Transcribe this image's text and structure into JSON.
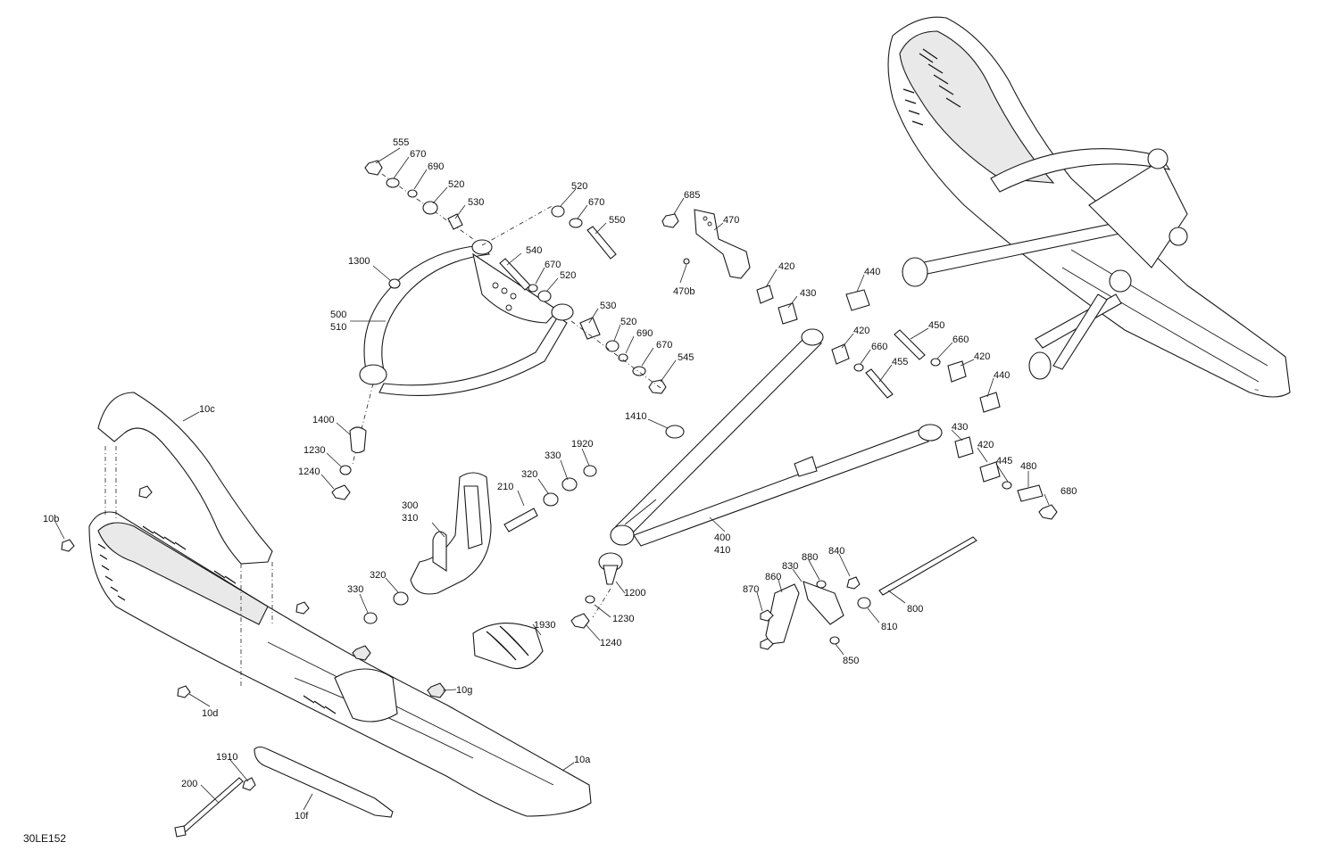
{
  "diagram_code": "30LE152",
  "callouts": [
    {
      "id": "c555",
      "text": "555"
    },
    {
      "id": "c670a",
      "text": "670"
    },
    {
      "id": "c690a",
      "text": "690"
    },
    {
      "id": "c520a",
      "text": "520"
    },
    {
      "id": "c530a",
      "text": "530"
    },
    {
      "id": "c520b",
      "text": "520"
    },
    {
      "id": "c670b",
      "text": "670"
    },
    {
      "id": "c550",
      "text": "550"
    },
    {
      "id": "c540",
      "text": "540"
    },
    {
      "id": "c670c",
      "text": "670"
    },
    {
      "id": "c520c",
      "text": "520"
    },
    {
      "id": "c1300",
      "text": "1300"
    },
    {
      "id": "c500",
      "text": "500"
    },
    {
      "id": "c510",
      "text": "510"
    },
    {
      "id": "c530b",
      "text": "530"
    },
    {
      "id": "c520d",
      "text": "520"
    },
    {
      "id": "c690b",
      "text": "690"
    },
    {
      "id": "c670d",
      "text": "670"
    },
    {
      "id": "c545",
      "text": "545"
    },
    {
      "id": "c685",
      "text": "685"
    },
    {
      "id": "c470",
      "text": "470"
    },
    {
      "id": "c470b",
      "text": "470b"
    },
    {
      "id": "c420a",
      "text": "420"
    },
    {
      "id": "c430a",
      "text": "430"
    },
    {
      "id": "c440a",
      "text": "440"
    },
    {
      "id": "c420b",
      "text": "420"
    },
    {
      "id": "c450",
      "text": "450"
    },
    {
      "id": "c660a",
      "text": "660"
    },
    {
      "id": "c660b",
      "text": "660"
    },
    {
      "id": "c455",
      "text": "455"
    },
    {
      "id": "c420c",
      "text": "420"
    },
    {
      "id": "c440b",
      "text": "440"
    },
    {
      "id": "c1410",
      "text": "1410"
    },
    {
      "id": "c430b",
      "text": "430"
    },
    {
      "id": "c420d",
      "text": "420"
    },
    {
      "id": "c445",
      "text": "445"
    },
    {
      "id": "c480",
      "text": "480"
    },
    {
      "id": "c680",
      "text": "680"
    },
    {
      "id": "c400",
      "text": "400"
    },
    {
      "id": "c410",
      "text": "410"
    },
    {
      "id": "c10c",
      "text": "10c"
    },
    {
      "id": "c1400",
      "text": "1400"
    },
    {
      "id": "c1230a",
      "text": "1230"
    },
    {
      "id": "c1240a",
      "text": "1240"
    },
    {
      "id": "c1920",
      "text": "1920"
    },
    {
      "id": "c330a",
      "text": "330"
    },
    {
      "id": "c320a",
      "text": "320"
    },
    {
      "id": "c210",
      "text": "210"
    },
    {
      "id": "c300",
      "text": "300"
    },
    {
      "id": "c310",
      "text": "310"
    },
    {
      "id": "c10b",
      "text": "10b"
    },
    {
      "id": "c320b",
      "text": "320"
    },
    {
      "id": "c330b",
      "text": "330"
    },
    {
      "id": "c1200",
      "text": "1200"
    },
    {
      "id": "c1230b",
      "text": "1230"
    },
    {
      "id": "c1240b",
      "text": "1240"
    },
    {
      "id": "c1930",
      "text": "1930"
    },
    {
      "id": "c880",
      "text": "880"
    },
    {
      "id": "c840",
      "text": "840"
    },
    {
      "id": "c830",
      "text": "830"
    },
    {
      "id": "c860",
      "text": "860"
    },
    {
      "id": "c870",
      "text": "870"
    },
    {
      "id": "c800",
      "text": "800"
    },
    {
      "id": "c810",
      "text": "810"
    },
    {
      "id": "c850",
      "text": "850"
    },
    {
      "id": "c10g",
      "text": "10g"
    },
    {
      "id": "c10d",
      "text": "10d"
    },
    {
      "id": "c1910",
      "text": "1910"
    },
    {
      "id": "c10a",
      "text": "10a"
    },
    {
      "id": "c200",
      "text": "200"
    },
    {
      "id": "c10f",
      "text": "10f"
    }
  ]
}
